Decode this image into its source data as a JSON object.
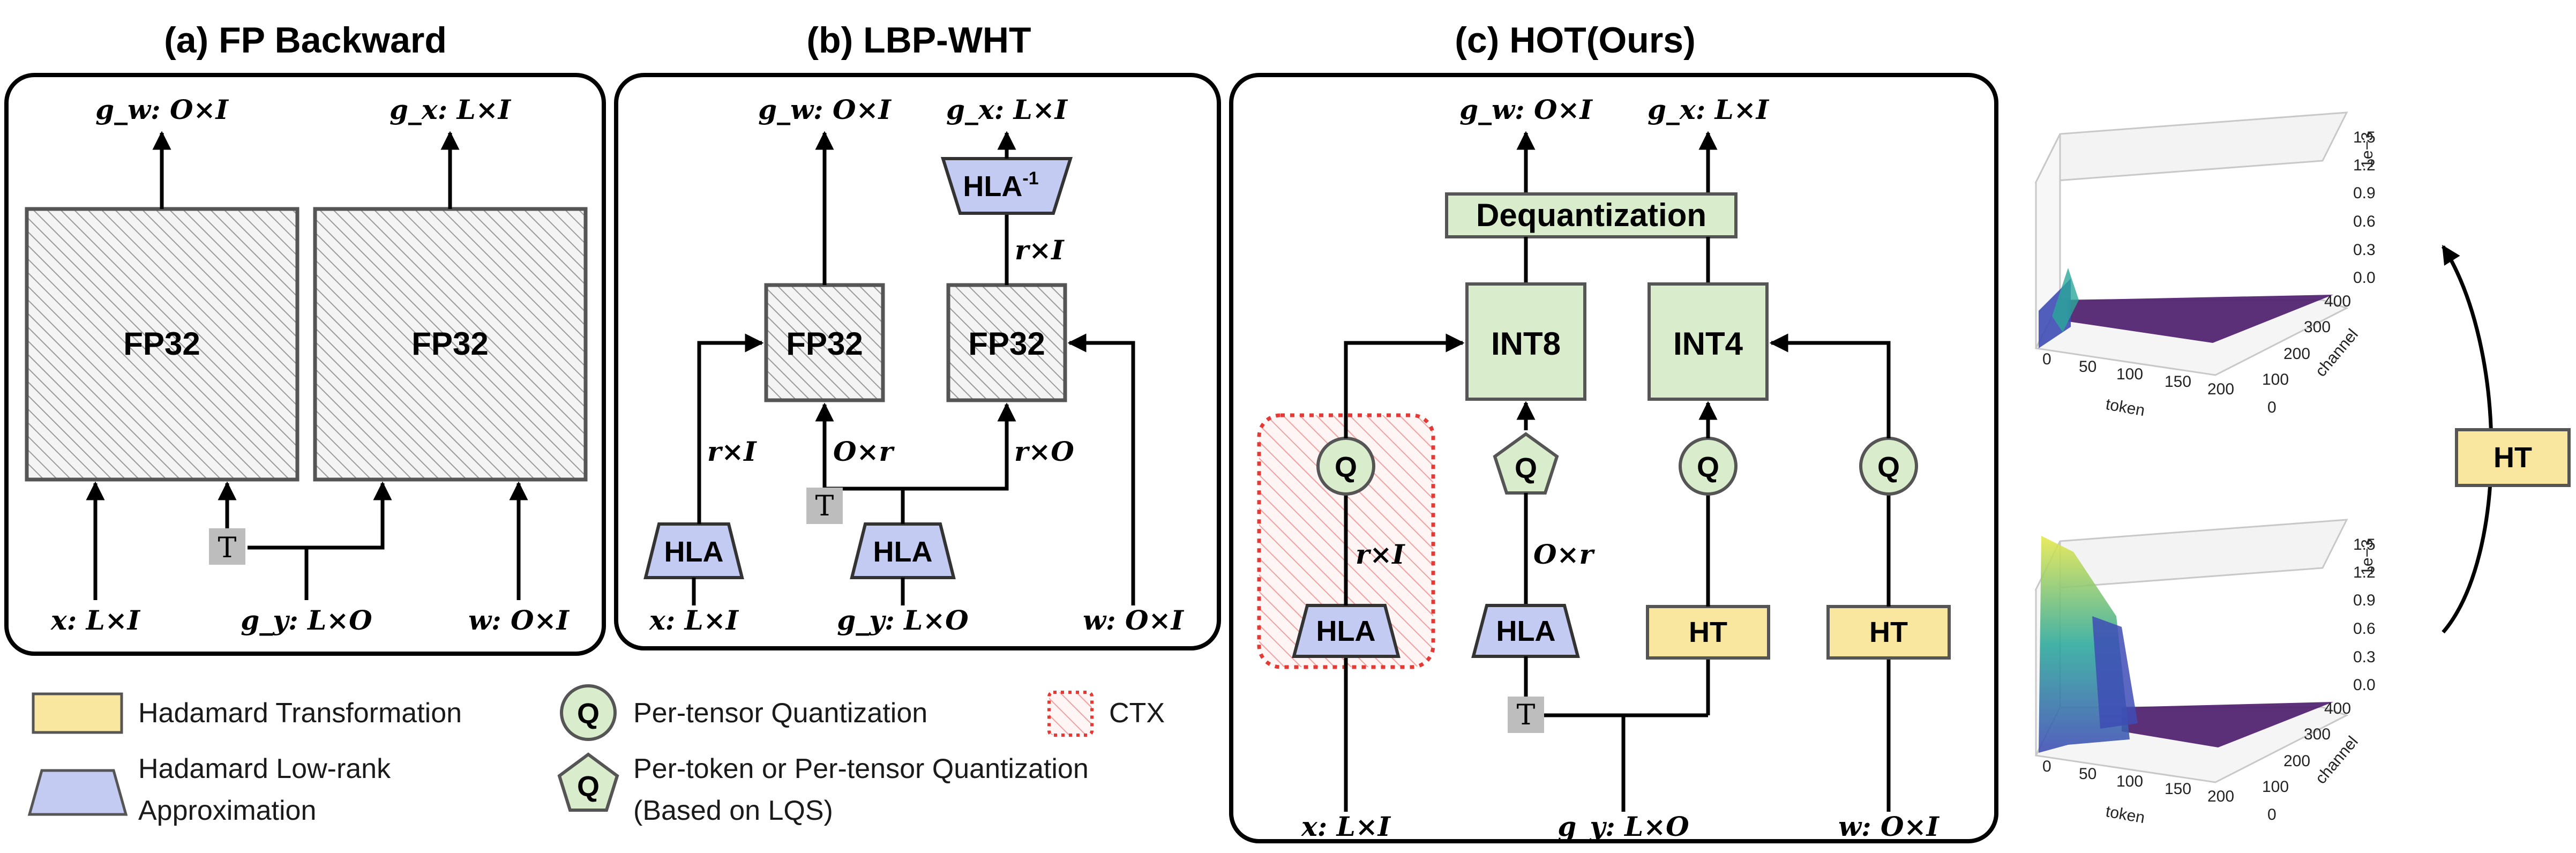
{
  "panels": {
    "a": {
      "title": "(a) FP Backward",
      "outputs": [
        "g_w: O×I",
        "g_x: L×I"
      ],
      "boxes": [
        "FP32",
        "FP32"
      ],
      "transpose": "T",
      "inputs": [
        "x: L×I",
        "g_y: L×O",
        "w: O×I"
      ]
    },
    "b": {
      "title": "(b) LBP-WHT",
      "outputs": [
        "g_w: O×I",
        "g_x: L×I"
      ],
      "hla_inv": "HLA",
      "hla_inv_sup": "-1",
      "boxes": [
        "FP32",
        "FP32"
      ],
      "hla": [
        "HLA",
        "HLA"
      ],
      "transpose": "T",
      "edge_labels": [
        "r×I",
        "r×I",
        "O×r",
        "r×O"
      ],
      "inputs": [
        "x: L×I",
        "g_y: L×O",
        "w: O×I"
      ]
    },
    "c": {
      "title": "(c) HOT(Ours)",
      "outputs": [
        "g_w: O×I",
        "g_x: L×I"
      ],
      "dequant": "Dequantization",
      "boxes": [
        "INT8",
        "INT4"
      ],
      "q": [
        "Q",
        "Q",
        "Q",
        "Q"
      ],
      "hla": [
        "HLA",
        "HLA"
      ],
      "ht": [
        "HT",
        "HT"
      ],
      "transpose": "T",
      "edge_labels": [
        "r×I",
        "O×r"
      ],
      "inputs": [
        "x: L×I",
        "g_y: L×O",
        "w: O×I"
      ]
    }
  },
  "legend": {
    "items": [
      {
        "text": "Hadamard Transformation"
      },
      {
        "text": "Hadamard Low-rank"
      },
      {
        "text": "Approximation"
      },
      {
        "text": "Per-tensor Quantization"
      },
      {
        "text": "Per-token or Per-tensor Quantization"
      },
      {
        "text": "(Based on LQS)"
      },
      {
        "text": "CTX"
      }
    ],
    "q_symbol": "Q"
  },
  "side": {
    "ht_label": "HT",
    "plots": [
      {
        "z_ticks": [
          "1.5",
          "1.2",
          "0.9",
          "0.6",
          "0.3",
          "0.0"
        ],
        "z_scale": "1e−3",
        "x_ticks": [
          "0",
          "50",
          "100",
          "150",
          "200"
        ],
        "y_ticks": [
          "0",
          "100",
          "200",
          "300",
          "400"
        ],
        "x_label": "token",
        "y_label": "channel"
      },
      {
        "z_ticks": [
          "1.5",
          "1.2",
          "0.9",
          "0.6",
          "0.3",
          "0.0"
        ],
        "z_scale": "1e−3",
        "x_ticks": [
          "0",
          "50",
          "100",
          "150",
          "200"
        ],
        "y_ticks": [
          "0",
          "100",
          "200",
          "300",
          "400"
        ],
        "x_label": "token",
        "y_label": "channel"
      }
    ]
  },
  "colors": {
    "hadamard_yellow": "#F9E79F",
    "hla_blue": "#C4CBF3",
    "quant_green": "#D9EDCC",
    "transpose_gray": "#BDBDBD",
    "ctx_red": "#E53935",
    "plot_purple": "#4B1A6B",
    "plot_blue": "#3E4CB5",
    "plot_yellow": "#E7E84A"
  }
}
